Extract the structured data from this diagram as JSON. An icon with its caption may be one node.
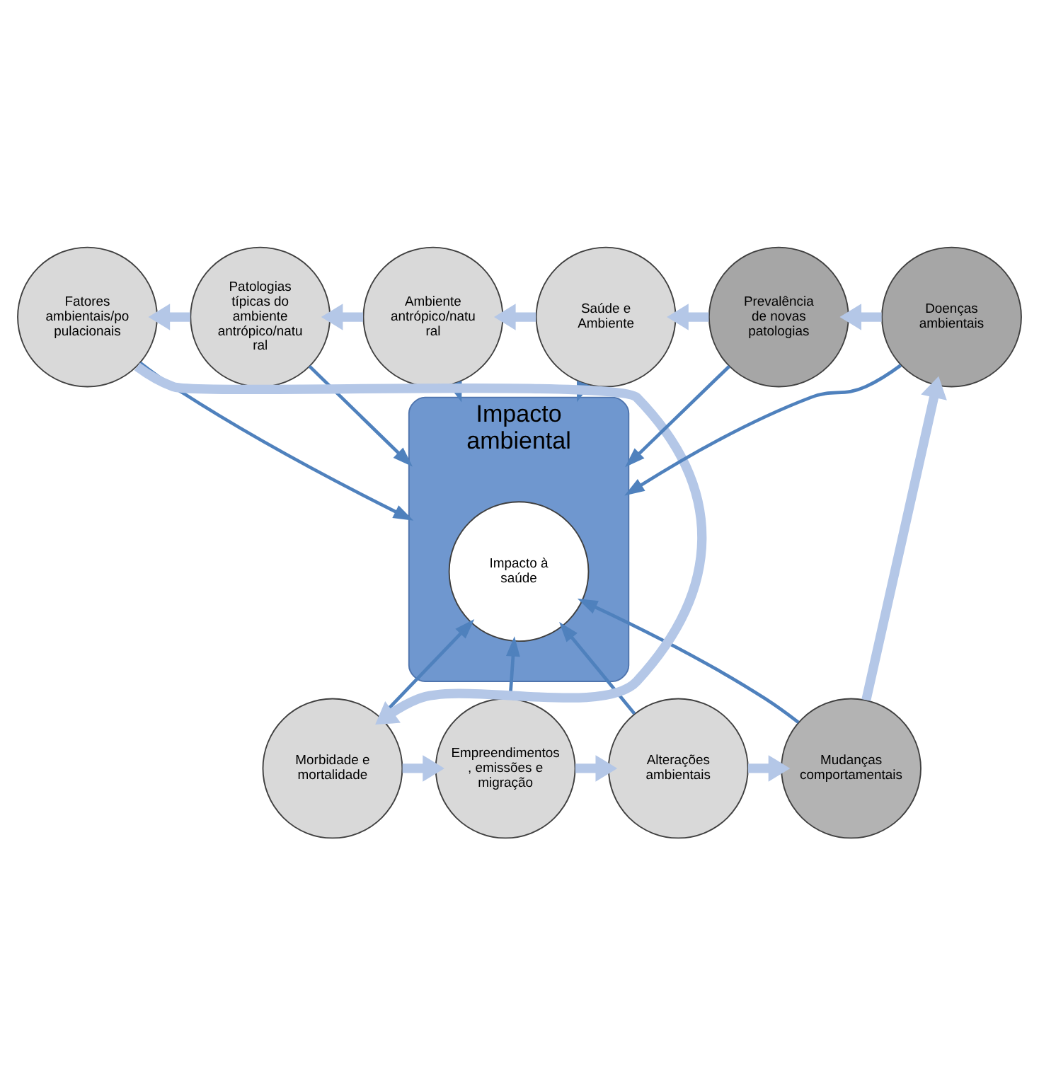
{
  "diagram": {
    "nodes": [
      {
        "text": [
          "Impacto",
          "ambiental"
        ]
      },
      {
        "text": [
          "Impacto à saúde"
        ],
        "in": 0
      },
      {
        "text": [
          "Saúde e Ambiente"
        ]
      },
      {
        "text": [
          "Ambiente antrópico/natu ral"
        ]
      },
      {
        "text": [
          "Patologias típicas do ambiente antrópico/natu ral"
        ]
      },
      {
        "text": [
          "Fatores ambientais/po pulacionais"
        ]
      },
      {
        "text": [
          "Morbidade e mortalidade"
        ]
      },
      {
        "text": [
          "Empreendimentos , emissões e migração"
        ]
      },
      {
        "text": [
          "Alterações ambientais"
        ]
      },
      {
        "text": [
          "Mudanças comportamentais"
        ]
      },
      {
        "text": [
          "Doenças ambientais"
        ]
      },
      {
        "text": [
          "Prevalência de novas patologias"
        ]
      }
    ],
    "edges": [
      {
        "from": 2,
        "to": 0,
        "arrow": "to",
        "color": "#4f81bd"
      },
      {
        "from": 3,
        "to": 0,
        "arrow": "to",
        "color": "#4f81bd"
      },
      {
        "from": 4,
        "to": 0,
        "arrow": "to",
        "color": "#4f81bd"
      },
      {
        "from": 5,
        "to": 0,
        "arrow": "to",
        "color": "#4f81bd"
      },
      {
        "from": 6,
        "to": 0,
        "arrow": "to",
        "color": "#4f81bd"
      },
      {
        "from": 7,
        "to": 0,
        "arrow": "to",
        "color": "#4f81bd"
      },
      {
        "from": 8,
        "to": 0,
        "arrow": "to",
        "color": "#4f81bd"
      },
      {
        "from": 9,
        "to": 0,
        "arrow": "to",
        "color": "#4f81bd"
      },
      {
        "from": 10,
        "to": 0,
        "arrow": "to",
        "color": "#4f81bd"
      },
      {
        "from": 11,
        "to": 0,
        "arrow": "to",
        "color": "#4f81bd"
      },
      {
        "from": 2,
        "to": 3,
        "arrow": "to",
        "style": "thick",
        "color": "#b4c7e7"
      },
      {
        "from": 3,
        "to": 4,
        "arrow": "to",
        "style": "thick",
        "color": "#b4c7e7"
      },
      {
        "from": 4,
        "to": 5,
        "arrow": "to",
        "style": "thick",
        "color": "#b4c7e7"
      },
      {
        "from": 5,
        "to": 6,
        "arrow": "to",
        "style": "thick",
        "color": "#b4c7e7"
      },
      {
        "from": 6,
        "to": 7,
        "arrow": "to",
        "style": "thick",
        "color": "#b4c7e7"
      },
      {
        "from": 7,
        "to": 8,
        "arrow": "to",
        "style": "thick",
        "color": "#b4c7e7"
      },
      {
        "from": 8,
        "to": 9,
        "arrow": "to",
        "style": "thick",
        "color": "#b4c7e7"
      },
      {
        "from": 9,
        "to": 10,
        "arrow": "to",
        "style": "thick",
        "color": "#b4c7e7"
      },
      {
        "from": 10,
        "to": 11,
        "arrow": "to",
        "style": "thick",
        "color": "#b4c7e7"
      },
      {
        "from": 11,
        "to": 2,
        "arrow": "to",
        "style": "thick",
        "color": "#b4c7e7"
      }
    ]
  }
}
